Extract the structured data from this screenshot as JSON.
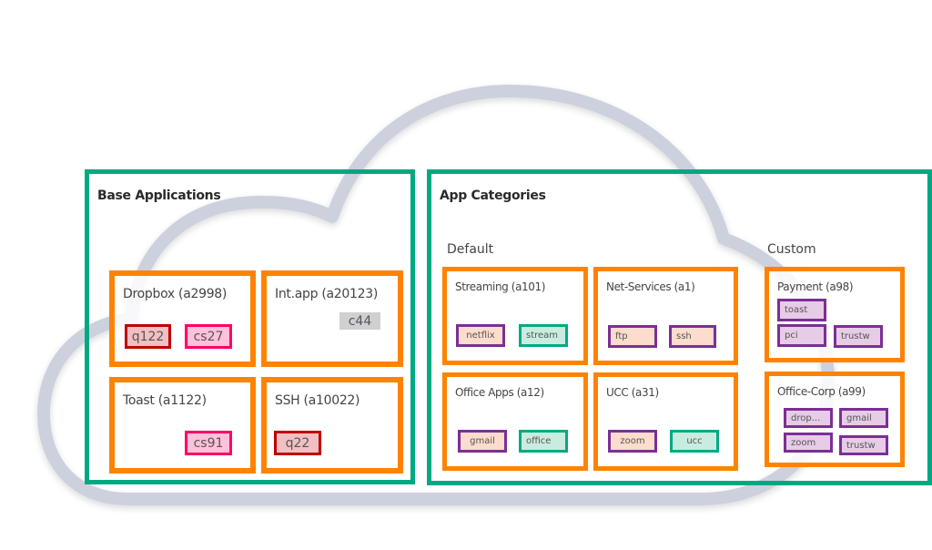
{
  "colors": {
    "panel_border": "#01a982",
    "app_border": "#ff8300",
    "cloud_outline": "#cdd0dd",
    "qos_border": "#c00000",
    "qos_fill": "#f2bfc3",
    "cs_border": "#ff0066",
    "cs_fill": "#ffc0d9",
    "c_fill": "#cfd0d4",
    "app_tag_border": "#7b2f96",
    "app_tag_fill": "#fcdccc",
    "cat_tag_border": "#01a982",
    "cat_tag_fill": "#c9ece0",
    "custom_tag_fill": "#e6cce6"
  },
  "base_applications": {
    "title": "Base Applications",
    "apps": [
      {
        "name": "Dropbox (a2998)",
        "tags": [
          "q122",
          "cs27"
        ]
      },
      {
        "name": "Int.app (a20123)",
        "tags": [
          "c44"
        ]
      },
      {
        "name": "Toast (a1122)",
        "tags": [
          "cs91"
        ]
      },
      {
        "name": "SSH (a10022)",
        "tags": [
          "q22"
        ]
      }
    ]
  },
  "app_categories": {
    "title": "App Categories",
    "default": {
      "label": "Default",
      "categories": [
        {
          "name": "Streaming (a101)",
          "tags": [
            "netflix",
            "stream"
          ]
        },
        {
          "name": "Net-Services (a1)",
          "tags": [
            "ftp",
            "ssh"
          ]
        },
        {
          "name": "Office Apps (a12)",
          "tags": [
            "gmail",
            "office"
          ]
        },
        {
          "name": "UCC (a31)",
          "tags": [
            "zoom",
            "ucc"
          ]
        }
      ]
    },
    "custom": {
      "label": "Custom",
      "categories": [
        {
          "name": "Payment (a98)",
          "tags": [
            "toast",
            "pci",
            "trustw"
          ]
        },
        {
          "name": "Office-Corp (a99)",
          "tags": [
            "drop...",
            "gmail",
            "zoom",
            "trustw"
          ]
        }
      ]
    }
  }
}
